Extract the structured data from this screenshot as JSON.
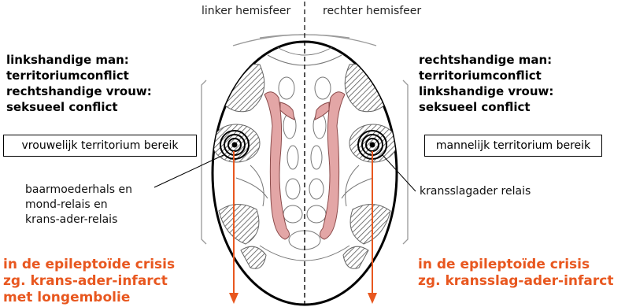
{
  "header": {
    "left_hemisphere": "linker hemisfeer",
    "right_hemisphere": "rechter hemisfeer"
  },
  "left": {
    "conflict_lines": [
      "linkshandige man:",
      "territoriumconflict",
      "rechtshandige vrouw:",
      "seksueel conflict"
    ],
    "territory_label": "vrouwelijk territorium bereik",
    "relay_lines": [
      "baarmoederhals en",
      "mond-relais en",
      "krans-ader-relais"
    ],
    "crisis_lines": [
      "in de epileptoïde crisis",
      "zg. krans-ader-infarct",
      "met longembolie"
    ]
  },
  "right": {
    "conflict_lines": [
      "rechtshandige man:",
      "territoriumconflict",
      "linkshandige vrouw:",
      "seksueel conflict"
    ],
    "territory_label": "mannelijk territorium bereik",
    "relay_lines": [
      "kransslagader relais"
    ],
    "crisis_lines": [
      "in de epileptoïde crisis",
      "zg. kransslag-ader-infarct"
    ]
  },
  "colors": {
    "accent": "#e8571f",
    "ventricle_fill": "#e3a6a6",
    "hatch": "#555555",
    "outline": "#000000"
  }
}
